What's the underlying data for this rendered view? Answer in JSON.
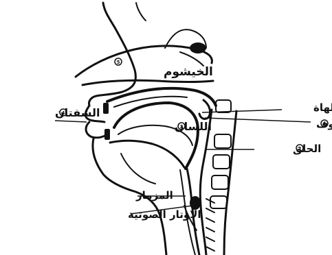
{
  "labels": {
    "nasal_cavity": {
      "text": "الخيشوم",
      "number": "5"
    },
    "lips": {
      "text": "الشفتان",
      "number": "4"
    },
    "tongue": {
      "text": "اللسان",
      "number": "3"
    },
    "uvula": {
      "text": "اللهاة"
    },
    "oral_cavity": {
      "text": "الجوف",
      "number": "1"
    },
    "pharynx": {
      "text": "الحلق",
      "number": "2"
    },
    "larynx": {
      "text": "المزمار"
    },
    "vocal_cords": {
      "text": "الاوتار الصوتية"
    }
  },
  "colors": {
    "ink": "#111111",
    "paper": "#ffffff"
  }
}
